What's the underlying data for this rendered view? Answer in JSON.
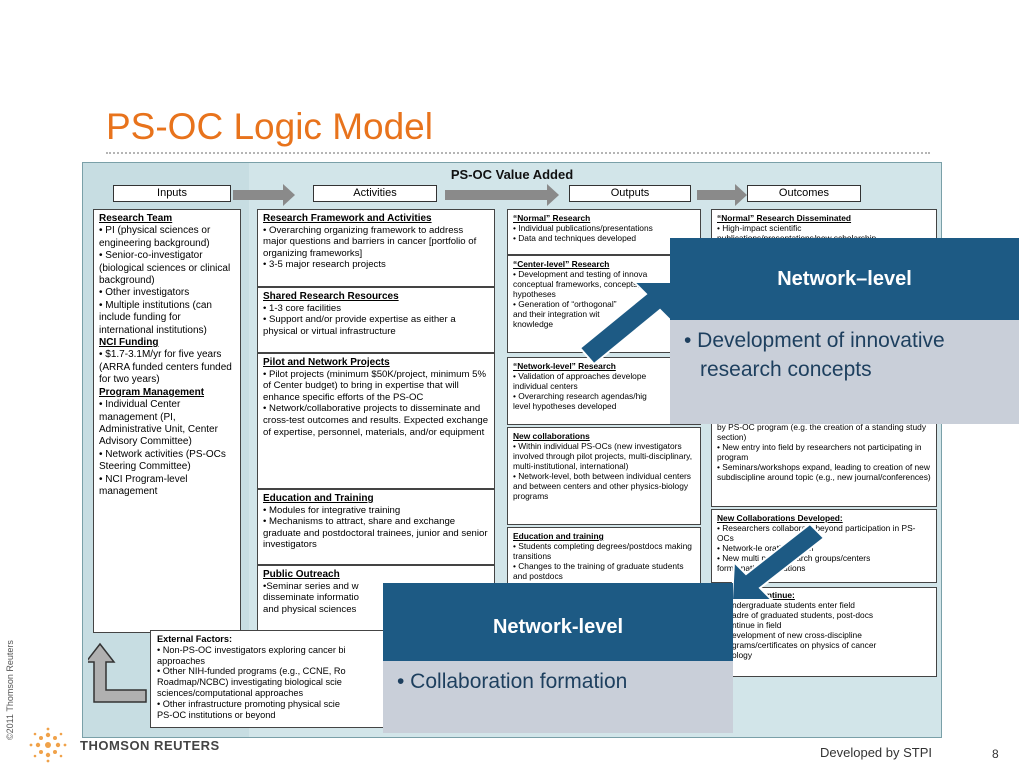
{
  "title": "PS-OC Logic Model",
  "diagram": {
    "header": "PS-OC Value Added",
    "columns": [
      "Inputs",
      "Activities",
      "Outputs",
      "Outcomes"
    ],
    "inputs": {
      "research_team": {
        "heading": "Research Team",
        "items": [
          "• PI (physical sciences or engineering background)",
          "• Senior-co-investigator (biological sciences or clinical background)",
          "• Other investigators",
          "• Multiple institutions (can include funding for international institutions)"
        ]
      },
      "nci_funding": {
        "heading": "NCI Funding",
        "items": [
          "• $1.7-3.1M/yr for five years (ARRA funded centers funded for two years)"
        ]
      },
      "program_management": {
        "heading": "Program Management",
        "items": [
          "• Individual Center management (PI, Administrative Unit, Center Advisory Committee)",
          "• Network activities (PS-OCs Steering Committee)",
          "• NCI Program-level management"
        ]
      }
    },
    "activities": {
      "research_framework": {
        "heading": "Research Framework and Activities",
        "items": [
          "• Overarching organizing framework to address major questions and barriers in cancer [portfolio of organizing frameworks]",
          "• 3-5 major research projects"
        ]
      },
      "shared_resources": {
        "heading": "Shared Research Resources",
        "items": [
          "• 1-3 core facilities",
          "• Support and/or provide expertise as either a physical or virtual infrastructure"
        ]
      },
      "pilot_projects": {
        "heading": "Pilot and Network Projects",
        "items": [
          "• Pilot projects (minimum $50K/project, minimum 5% of Center budget) to bring in expertise that will enhance specific efforts of the PS-OC",
          "• Network/collaborative projects to disseminate and cross-test outcomes and results. Expected exchange of expertise, personnel, materials, and/or equipment"
        ]
      },
      "education": {
        "heading": "Education and Training",
        "items": [
          "• Modules for integrative training",
          "• Mechanisms to attract, share and exchange graduate and postdoctoral trainees, junior and senior investigators"
        ]
      },
      "outreach": {
        "heading": "Public Outreach",
        "items": [
          "•Seminar series and w",
          "disseminate informatio",
          "and physical sciences"
        ]
      }
    },
    "outputs": {
      "normal": {
        "heading": "“Normal” Research",
        "items": [
          "• Individual publications/presentations",
          "• Data and techniques developed"
        ]
      },
      "center": {
        "heading": "“Center-level” Research",
        "items": [
          "• Development and testing of innova",
          "conceptual frameworks, concepts, a",
          "hypotheses",
          "• Generation of “orthogonal”",
          "and their integration wit",
          "knowledge"
        ]
      },
      "network": {
        "heading": "“Network-level” Research",
        "items": [
          "• Validation of approaches develope",
          "individual centers",
          "• Overarching research agendas/hig",
          "level hypotheses developed"
        ]
      },
      "collaborations": {
        "heading": "New collaborations",
        "items": [
          "• Within individual PS-OCs (new investigators involved through pilot projects, multi-disciplinary, multi-institutional, international)",
          "• Network-level, both between individual centers and between centers and other physics-biology programs"
        ]
      },
      "education": {
        "heading": "Education and training",
        "items": [
          "• Students completing degrees/postdocs making transitions",
          "• Changes to the training of graduate students and postdocs"
        ]
      }
    },
    "outcomes": {
      "disseminated": {
        "heading": "“Normal” Research Disseminated",
        "items": [
          "• High-impact scientific",
          "publications/presentations/new scholarship"
        ]
      },
      "new_field": {
        "items": [
          "by PS-OC program (e.g. the creation of a standing study section)",
          "• New entry into field by researchers not participating in program",
          "• Seminars/workshops expand, leading to creation of new subdiscipline around topic (e.g., new journal/conferences)"
        ]
      },
      "collaborations": {
        "heading": "New Collaborations Developed:",
        "items": [
          "• Researchers collaborate beyond participation in PS-OCs",
          "• Network-le      orations form",
          "• New multi      nary research groups/centers",
          "forme      pating institutions"
        ]
      },
      "trainees": {
        "heading": "inees Continue:",
        "items": [
          "ndergraduate students enter field",
          "adre of graduated students, post-docs",
          "ntinue in field",
          "evelopment of new cross-discipline",
          "grams/certificates on physics of cancer",
          "ology"
        ]
      }
    },
    "external": {
      "heading": "External Factors:",
      "items": [
        "• Non-PS-OC investigators exploring cancer bi",
        "approaches",
        "• Other NIH-funded programs (e.g., CCNE, Ro",
        "Roadmap/NCBC) investigating biological scie",
        "sciences/computational approaches",
        "•  Other infrastructure promoting physical scie",
        "PS-OC institutions or beyond"
      ]
    }
  },
  "callouts": [
    {
      "heading": "Network–level",
      "text": "• Development of innovative research concepts"
    },
    {
      "heading": "Network-level",
      "text": "• Collaboration formation"
    }
  ],
  "footer": {
    "copyright": "©2011 Thomson Reuters",
    "logo_text": "THOMSON REUTERS",
    "developed_by": "Developed by STPI",
    "page_number": "8"
  },
  "colors": {
    "title": "#e8731c",
    "callout_header": "#1d5a84",
    "callout_body": "#c9cfd9",
    "diagram_bg": "#d2e5e9",
    "arrow_blue": "#1d5a84"
  }
}
